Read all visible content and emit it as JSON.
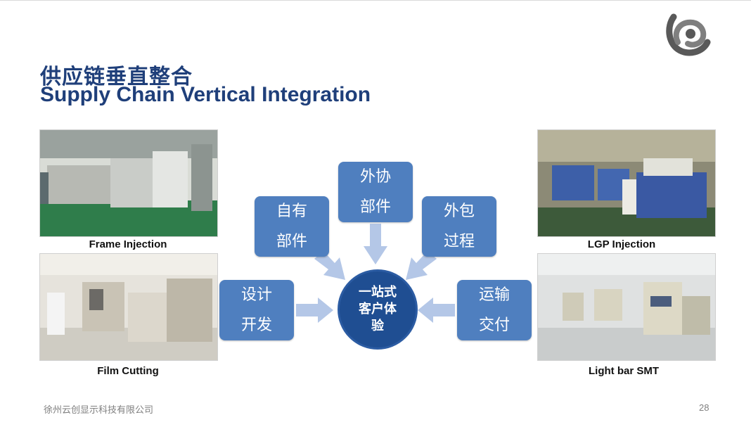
{
  "slide": {
    "title_cn": "供应链垂直整合",
    "title_en": "Supply Chain Vertical Integration",
    "page_number": "28",
    "company": "徐州云创显示科技有限公司"
  },
  "photos": {
    "top_left": "Frame Injection",
    "bottom_left": "Film Cutting",
    "top_right": "LGP Injection",
    "bottom_right": "Light bar SMT"
  },
  "diagram": {
    "hub": [
      "一站式",
      "客户体",
      "验"
    ],
    "boxes": {
      "top": [
        "外协",
        "部件"
      ],
      "upper_left": [
        "自有",
        "部件"
      ],
      "upper_right": [
        "外包",
        "过程"
      ],
      "left": [
        "设计",
        "开发"
      ],
      "right": [
        "运输",
        "交付"
      ]
    }
  },
  "colors": {
    "title": "#1f3f7a",
    "box": "#4f7fbf",
    "hub": "#1f4e92",
    "arrow": "#b4c7e7"
  }
}
